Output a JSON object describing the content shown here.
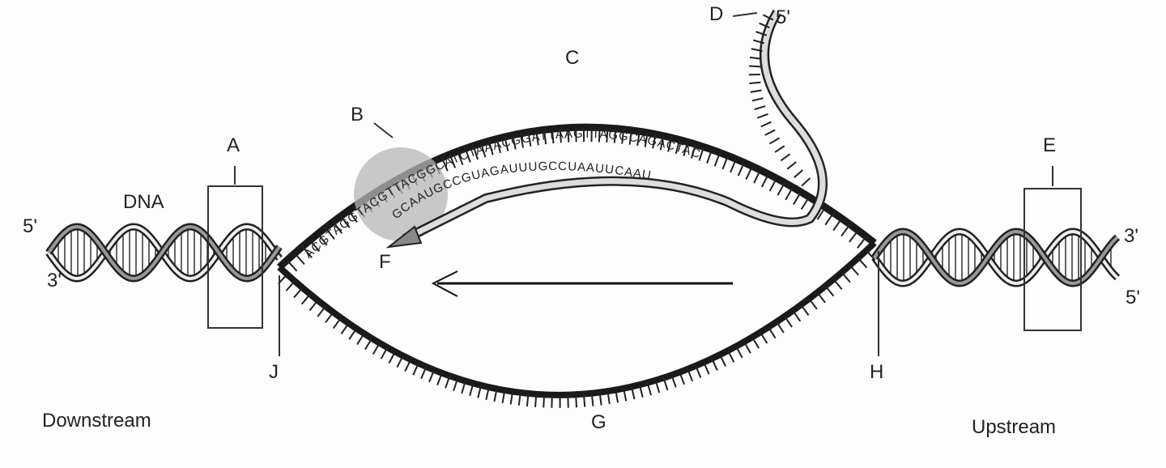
{
  "labels": {
    "A": "A",
    "B": "B",
    "C": "C",
    "D": "D",
    "E": "E",
    "F": "F",
    "G": "G",
    "H": "H",
    "J": "J",
    "dna": "DNA",
    "downstream": "Downstream",
    "upstream": "Upstream",
    "left_5prime": "5'",
    "left_3prime": "3'",
    "right_3prime": "3'",
    "right_5prime": "5'",
    "rna_5prime": "5'"
  },
  "sequences": {
    "template_strand": "ACGTAGGTACGTTACGGCATCTAAACGGATTAAGTTAGGCAGACTAC",
    "rna": "GCAAUGCCGUAGAUUUGCCUAAUUCAAU"
  },
  "colors": {
    "strand": "#1a1a1a",
    "rna": "#9a9a9a",
    "polymerase": "#b5b5b5"
  }
}
